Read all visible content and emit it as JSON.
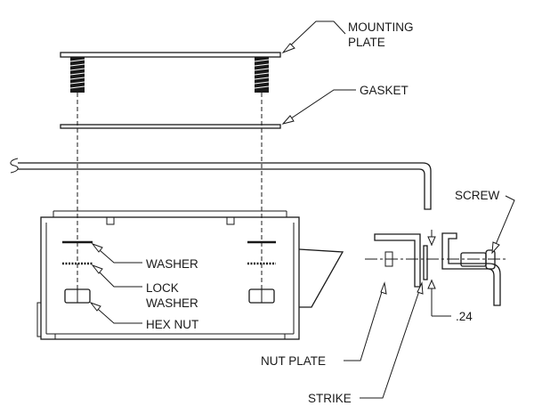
{
  "labels": {
    "mounting_plate_1": "MOUNTING",
    "mounting_plate_2": "PLATE",
    "gasket": "GASKET",
    "screw": "SCREW",
    "washer": "WASHER",
    "lock_washer_1": "LOCK",
    "lock_washer_2": "WASHER",
    "hex_nut": "HEX NUT",
    "dimension": ".24",
    "nut_plate": "NUT PLATE",
    "strike": "STRIKE"
  }
}
